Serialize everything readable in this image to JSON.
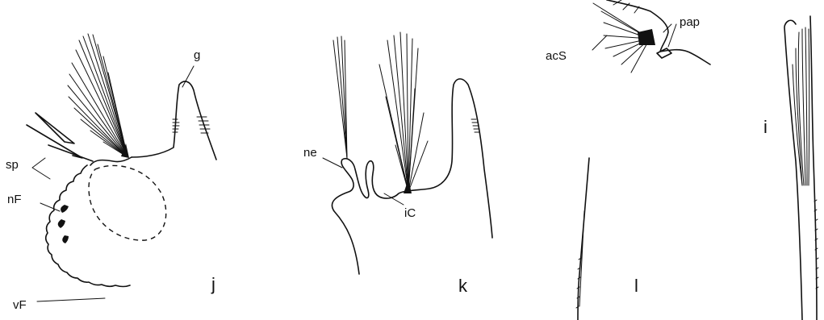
{
  "figure": {
    "panel_j": {
      "letter": "j",
      "labels": {
        "g": "g",
        "sp": "sp",
        "nF": "nF",
        "vF": "vF"
      }
    },
    "panel_k": {
      "letter": "k",
      "labels": {
        "ne": "ne",
        "iC": "iC"
      }
    },
    "panel_l": {
      "letter": "l",
      "labels": {
        "pap": "pap",
        "acS": "acS"
      }
    },
    "panel_i": {
      "letter": "i"
    }
  }
}
